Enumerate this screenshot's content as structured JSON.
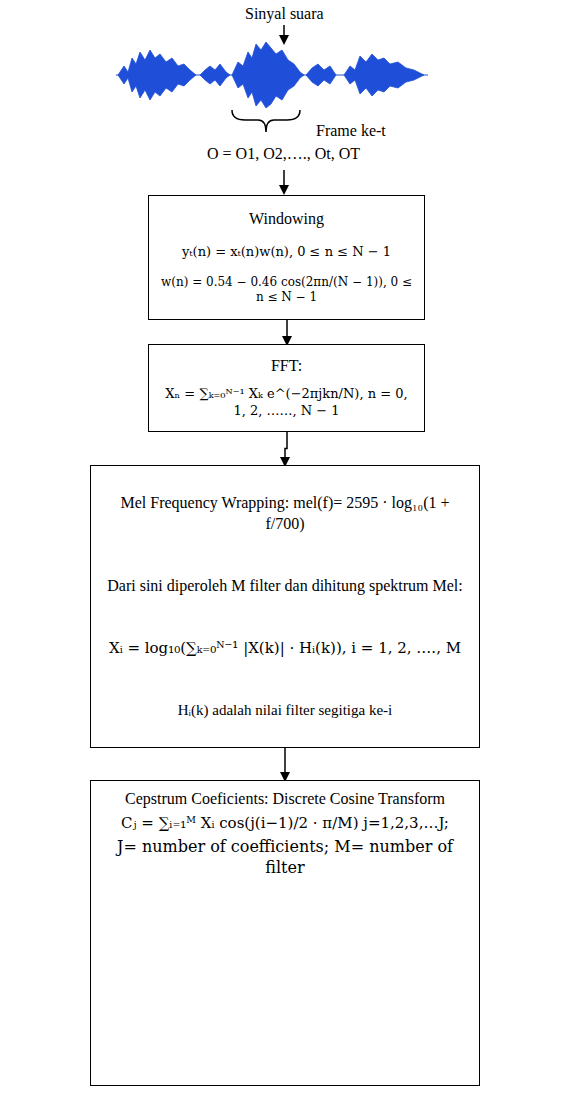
{
  "diagram": {
    "nodes": [
      {
        "text": [
          "Windowing",
          "yₜ(n) = xₜ(n)w(n),   0 ≤ n ≤ N − 1",
          "w(n) = 0.54 − 0.46 cos(2πn/(N − 1)),   0 ≤ n ≤ N − 1"
        ]
      },
      {
        "text": [
          "FFT:",
          "Xₙ = ∑ₖ₌₀ᴺ⁻¹ Xₖ e^(−2πjkn/N),   n = 0, 1, 2, ……, N − 1"
        ]
      },
      {
        "text": [
          "Mel Frequency Wrapping: mel(f)= 2595 · log₁₀(1 + f/700)",
          "Dari sini diperoleh M filter dan dihitung spektrum Mel:",
          "Xᵢ = log₁₀(∑ₖ₌₀ᴺ⁻¹ |X(k)| · Hᵢ(k)),   i = 1, 2, …., M",
          "Hᵢ(k) adalah nilai filter segitiga ke-i"
        ]
      },
      {
        "text": [
          "Cepstrum Coeficients: Discrete Cosine Transform",
          "Cⱼ = ∑ᵢ₌₁ᴹ Xᵢ cos(j(i−1)/2 · π/M) j=1,2,3,…J;",
          "J= number of coefficients; M= number of filter"
        ]
      }
    ],
    "edges": [
      {
        "from": 0,
        "to": 1,
        "arrow": "to"
      },
      {
        "from": 1,
        "to": 2,
        "arrow": "to"
      },
      {
        "from": 2,
        "to": 3,
        "arrow": "to"
      }
    ],
    "labels": [
      "Sinyal suara",
      "Frame ke-t",
      "O = O1, O2,…., Ot, OT"
    ]
  }
}
